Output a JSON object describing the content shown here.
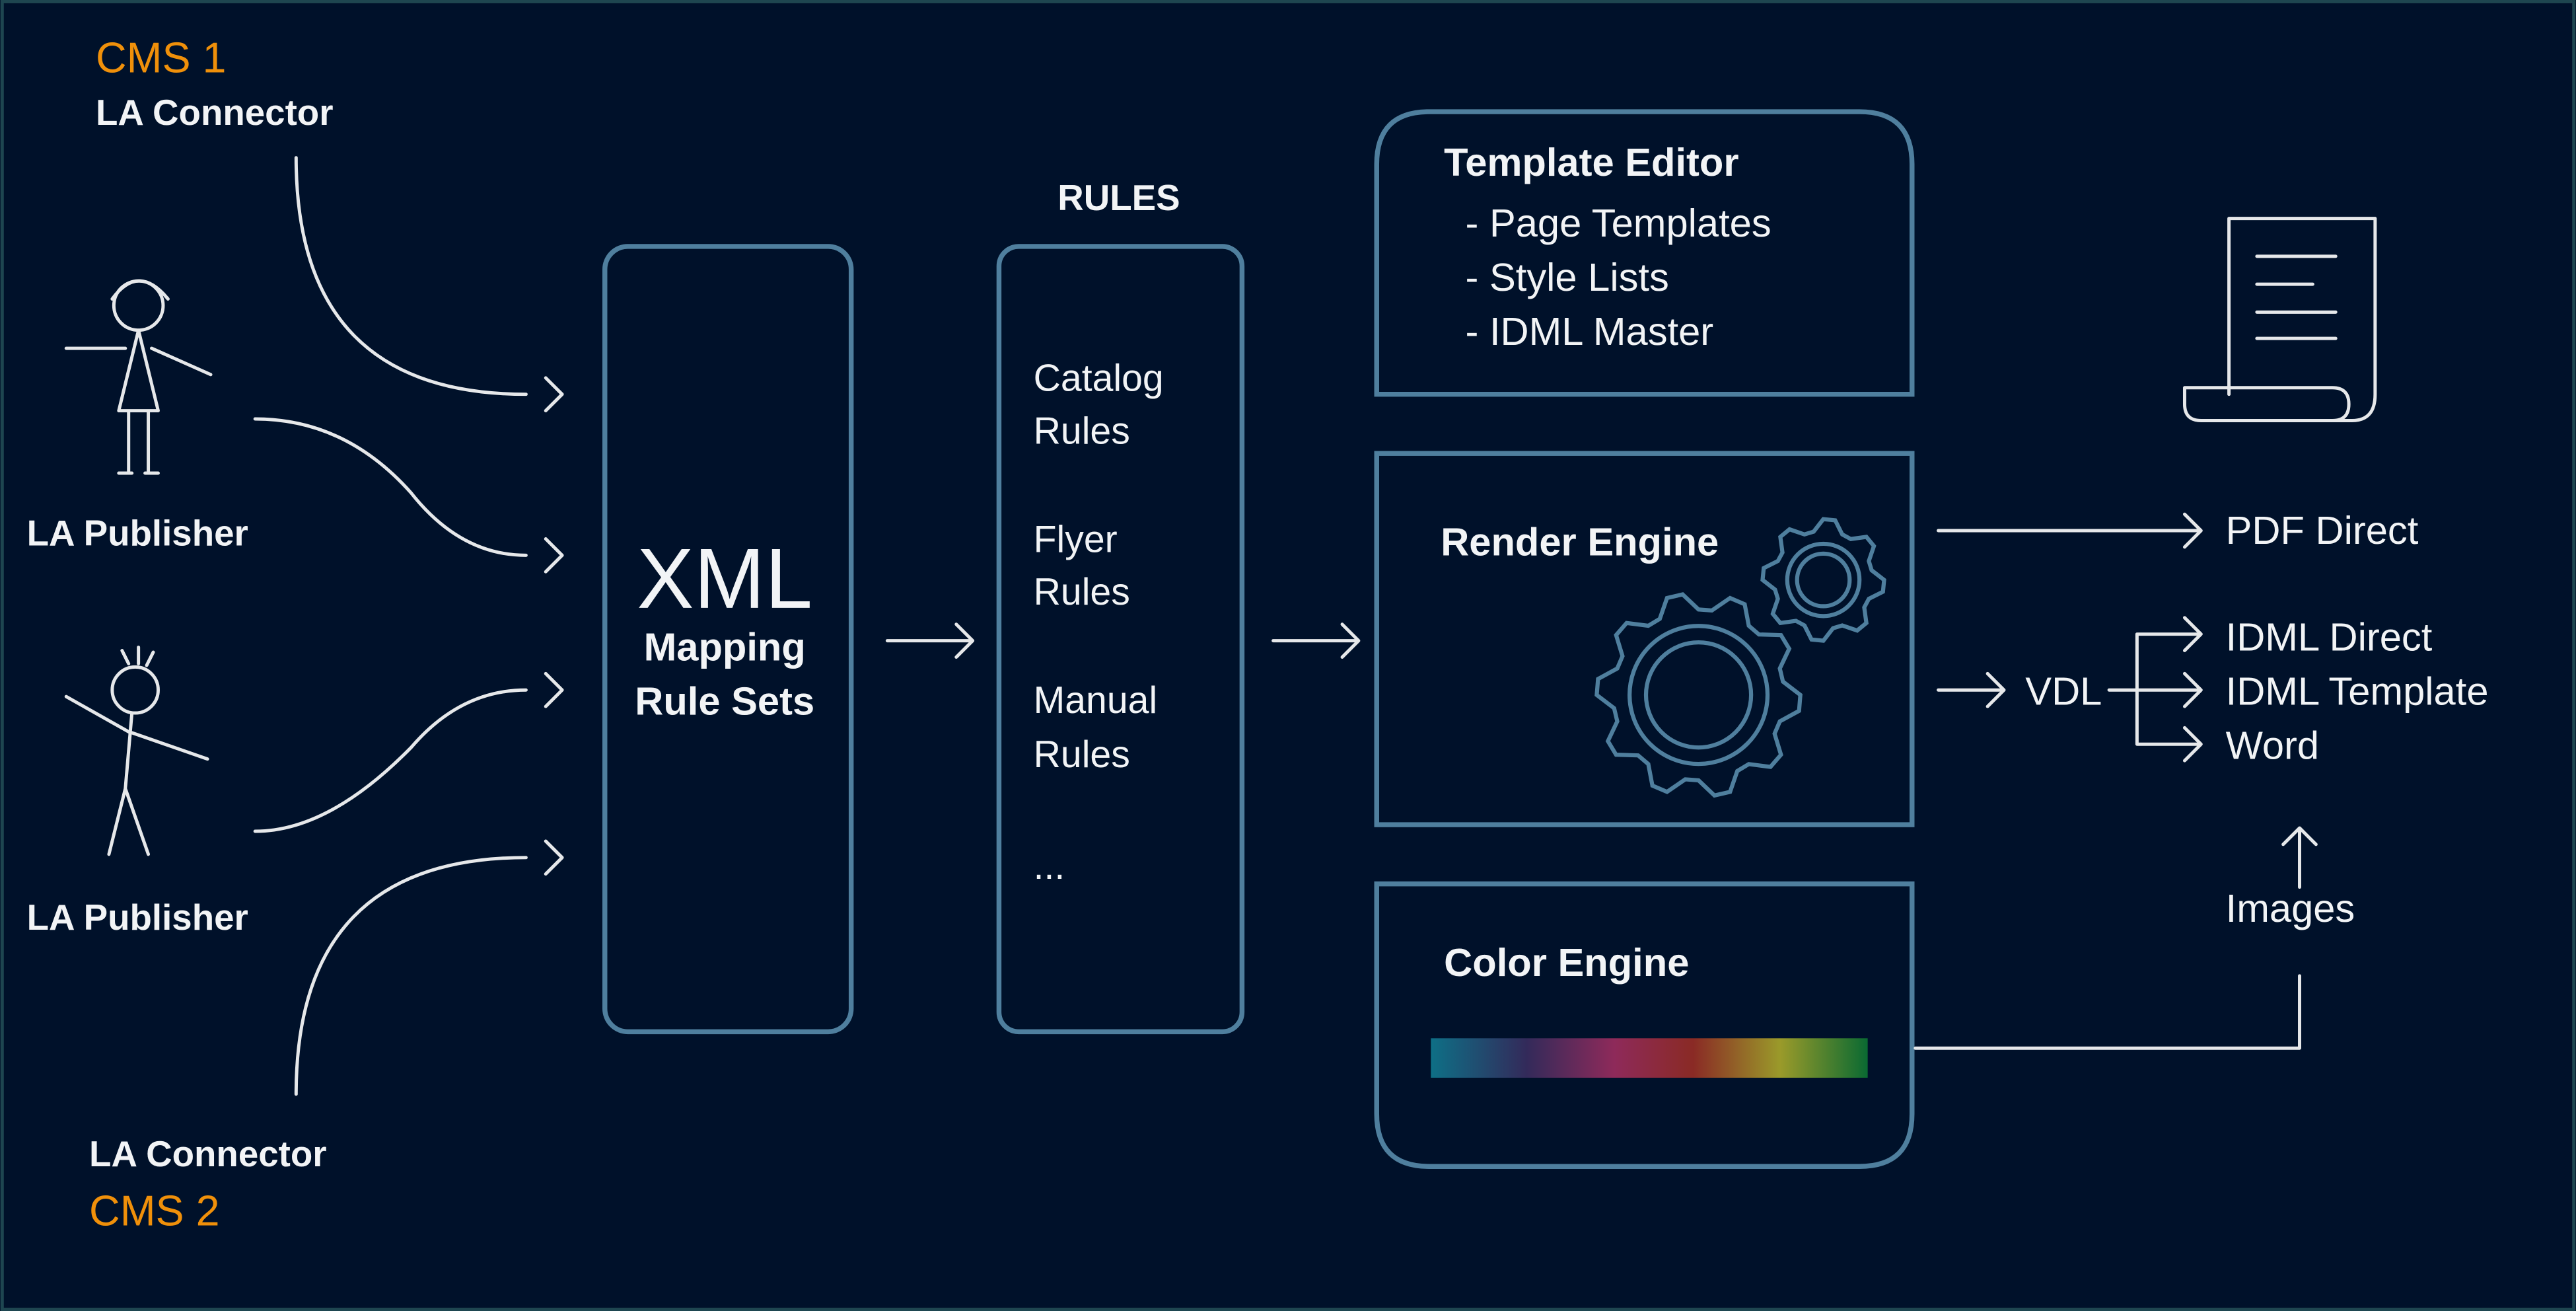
{
  "colors": {
    "background": "#00112a",
    "box_border": "#4f7f9e",
    "accent": "#f0900a",
    "text": "#f2f4f6"
  },
  "sources": {
    "cms1": {
      "title": "CMS 1",
      "subtitle": "LA Connector"
    },
    "publisher1": {
      "label": "LA Publisher"
    },
    "publisher2": {
      "label": "LA Publisher"
    },
    "cms2": {
      "title": "CMS 2",
      "subtitle": "LA Connector"
    }
  },
  "xml_box": {
    "title": "XML",
    "line1": "Mapping",
    "line2": "Rule Sets"
  },
  "rules": {
    "heading": "RULES",
    "items": [
      [
        "Catalog",
        "Rules"
      ],
      [
        "Flyer",
        "Rules"
      ],
      [
        "Manual",
        "Rules"
      ]
    ],
    "ellipsis": "..."
  },
  "template_editor": {
    "title": "Template Editor",
    "items": [
      "- Page Templates",
      "- Style Lists",
      "- IDML Master"
    ]
  },
  "render_engine": {
    "title": "Render Engine",
    "icon": "gears-icon"
  },
  "color_engine": {
    "title": "Color Engine",
    "gradient": [
      "#0e6f86",
      "#332a5a",
      "#8e2a5a",
      "#8a2a25",
      "#9a9a2a",
      "#0a6a32"
    ]
  },
  "outputs": {
    "pdf": "PDF Direct",
    "vdl": "VDL",
    "idml_direct": "IDML Direct",
    "idml_template": "IDML Template",
    "word": "Word",
    "images": "Images",
    "document_icon": "document-scroll-icon"
  }
}
